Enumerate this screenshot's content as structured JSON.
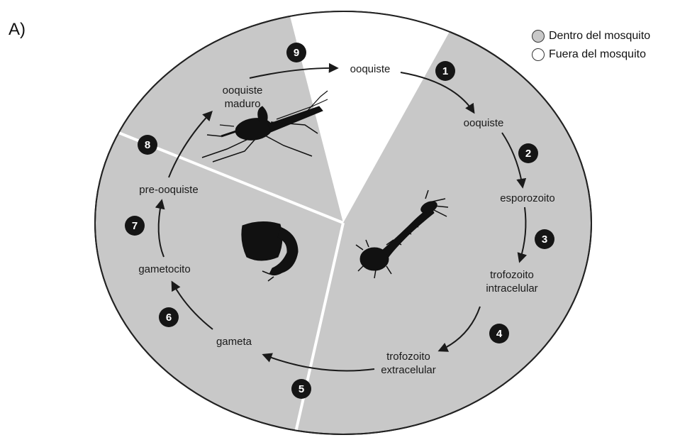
{
  "panel_label": "A)",
  "legend": [
    {
      "label": "Dentro del mosquito",
      "color": "#c8c8c8"
    },
    {
      "label": "Fuera del mosquito",
      "color": "#ffffff"
    }
  ],
  "colors": {
    "inside": "#c8c8c8",
    "outside": "#ffffff",
    "badge": "#151515",
    "stroke": "#2a2a2a"
  },
  "stages": [
    {
      "lines": [
        "ooquiste"
      ]
    },
    {
      "lines": [
        "ooquiste"
      ]
    },
    {
      "lines": [
        "esporozoito"
      ]
    },
    {
      "lines": [
        "trofozoito",
        "intracelular"
      ]
    },
    {
      "lines": [
        "trofozoito",
        "extracelular"
      ]
    },
    {
      "lines": [
        "gameta"
      ]
    },
    {
      "lines": [
        "gametocito"
      ]
    },
    {
      "lines": [
        "pre-ooquiste"
      ]
    },
    {
      "lines": [
        "ooquiste",
        "maduro"
      ]
    }
  ],
  "steps": [
    "1",
    "2",
    "3",
    "4",
    "5",
    "6",
    "7",
    "8",
    "9"
  ],
  "host_icons": [
    "adult-mosquito-icon",
    "mosquito-larva-icon",
    "mosquito-pupa-icon"
  ]
}
